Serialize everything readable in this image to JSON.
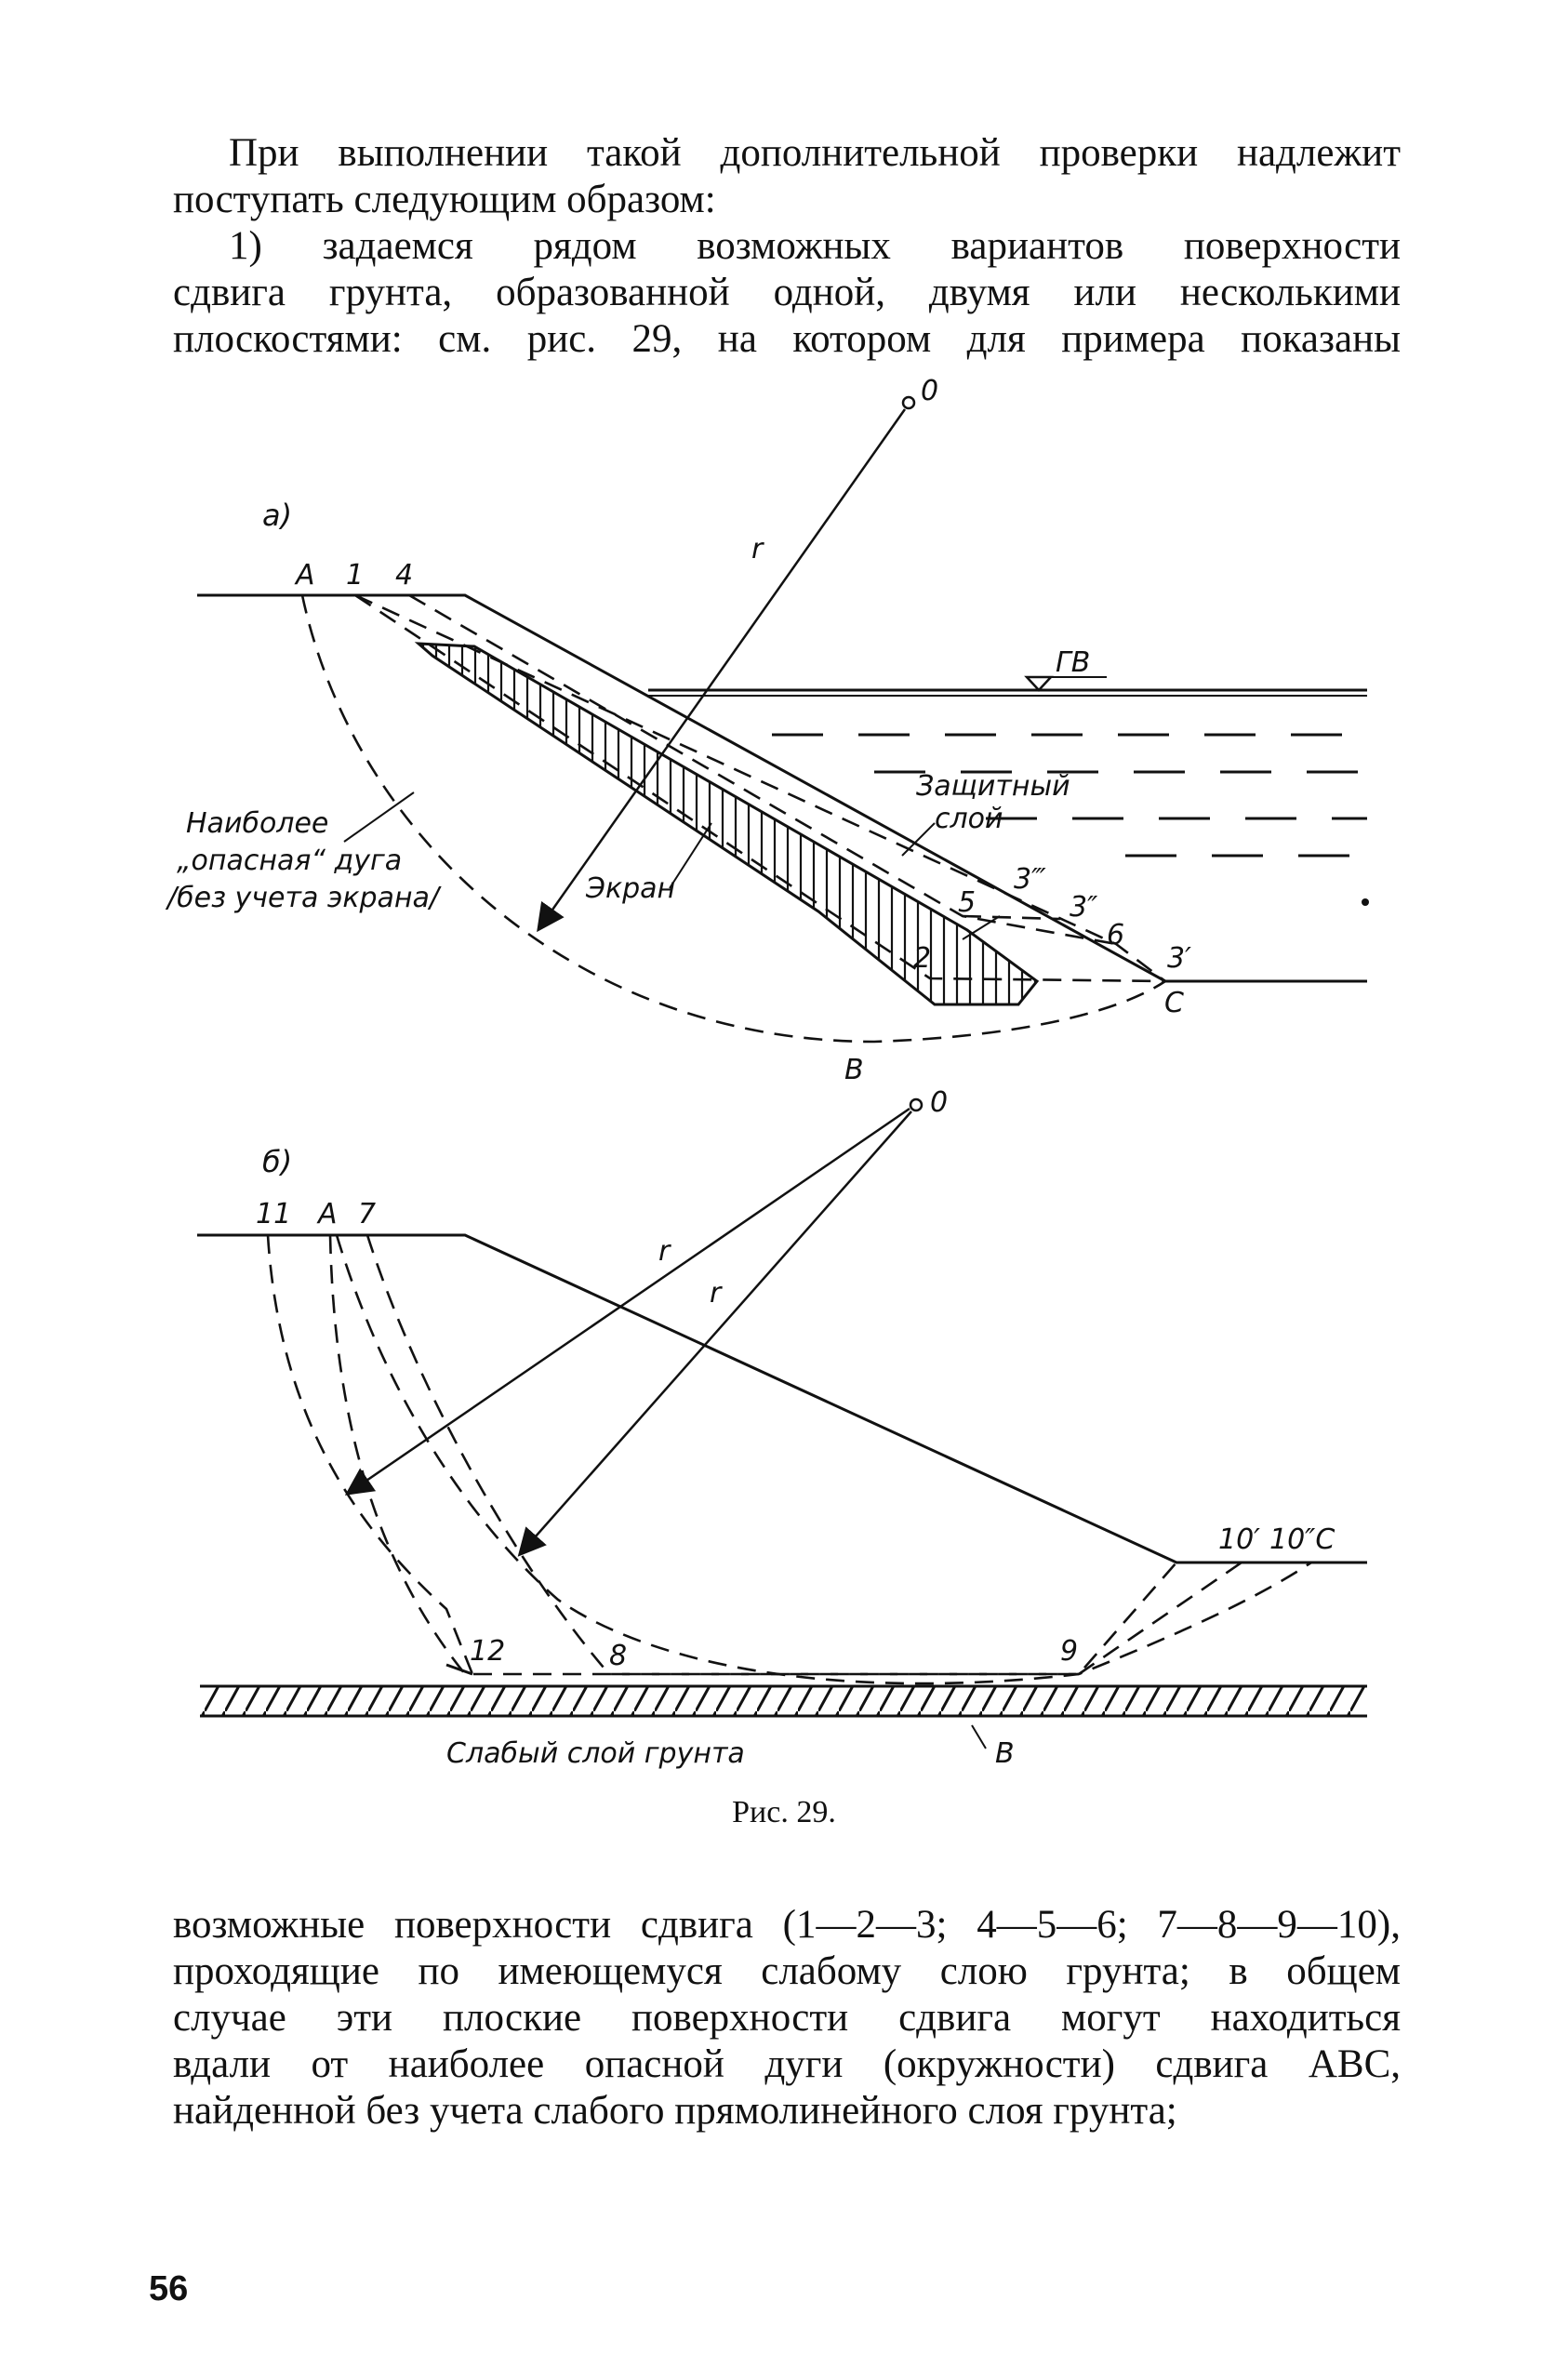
{
  "text_top": [
    "При выполнении такой дополнительной проверки надлежит",
    "поступать следующим образом:",
    "1) задаемся рядом возможных вариантов поверхности",
    "сдвига грунта, образованной одной, двумя или несколькими",
    "плоскостями: см. рис. 29, на котором для примера показаны"
  ],
  "figure_a": {
    "panel_label": "а)",
    "labels": {
      "O": "0",
      "r": "r",
      "A": "А",
      "p1": "1",
      "p4": "4",
      "gv": "ГВ",
      "protective_1": "Защитный",
      "protective_2": "слой",
      "danger_1": "Наиболее",
      "danger_2": "„опасная“ дуга",
      "danger_3": "/без учета экрана/",
      "screen": "Экран",
      "p5": "5",
      "p3ttt": "3‴",
      "p3tt": "3″",
      "p6": "6",
      "p2": "2",
      "p3t": "3′",
      "C": "С",
      "B": "В"
    }
  },
  "figure_b": {
    "panel_label": "б)",
    "labels": {
      "O": "0",
      "r1": "r",
      "r2": "r",
      "p11": "11",
      "A": "А",
      "p7": "7",
      "p10t": "10′",
      "p10ttC": "10″С",
      "p12": "12",
      "p8": "8",
      "p9": "9",
      "weak_layer": "Слабый слой грунта",
      "B": "В"
    }
  },
  "caption": "Рис. 29.",
  "text_bottom": [
    "возможные поверхности сдвига (1—2—3; 4—5—6; 7—8—9—10),",
    "проходящие по имеющемуся слабому слою грунта; в общем",
    "случае эти плоские поверхности сдвига могут находиться",
    "вдали от наиболее опасной дуги (окружности) сдвига АВС,",
    "найденной без учета слабого прямолинейного слоя грунта;"
  ],
  "page_number": "56"
}
